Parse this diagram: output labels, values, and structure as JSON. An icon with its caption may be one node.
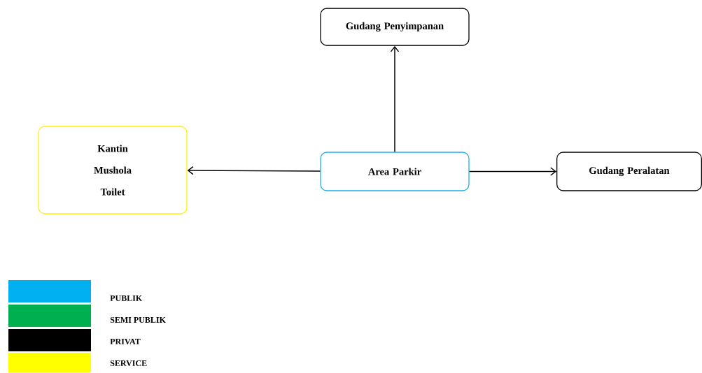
{
  "diagram": {
    "nodes": [
      {
        "text": [
          "Gudang Penyimpanan"
        ]
      },
      {
        "text": [
          "Kantin",
          "Mushola",
          "Toilet"
        ]
      },
      {
        "text": [
          "Area Parkir"
        ]
      },
      {
        "text": [
          "Gudang Peralatan"
        ]
      }
    ],
    "edges": [
      {
        "from": 2,
        "to": 0,
        "arrow": "to"
      },
      {
        "from": 2,
        "to": 1,
        "arrow": "to"
      },
      {
        "from": 2,
        "to": 3,
        "arrow": "to"
      }
    ],
    "legend": [
      {
        "text": "PUBLIK",
        "color": "#00b0f0"
      },
      {
        "text": "SEMI PUBLIK",
        "color": "#00b050"
      },
      {
        "text": "PRIVAT",
        "color": "#000000"
      },
      {
        "text": "SERVICE",
        "color": "#ffff00"
      }
    ]
  }
}
